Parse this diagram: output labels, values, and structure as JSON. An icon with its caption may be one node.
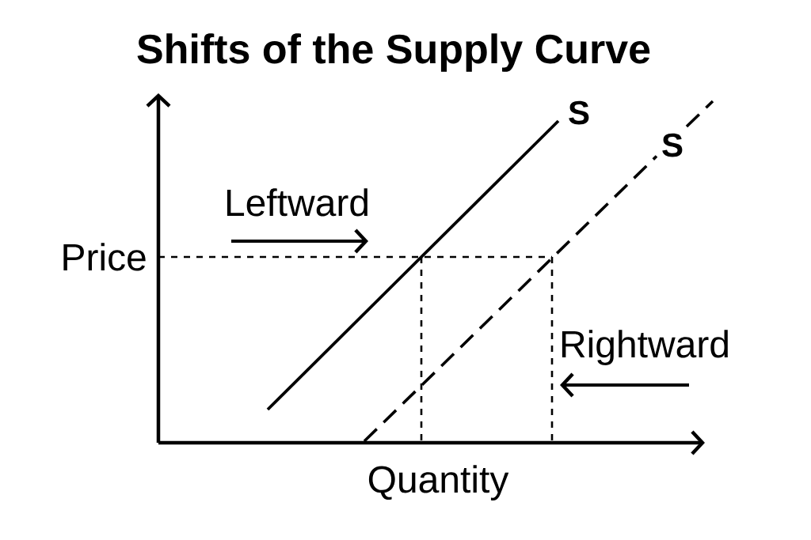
{
  "diagram": {
    "title": "Shifts of the Supply Curve",
    "labels": [
      "S",
      "S",
      "Leftward",
      "Price",
      "Rightward",
      "Quantity"
    ]
  }
}
